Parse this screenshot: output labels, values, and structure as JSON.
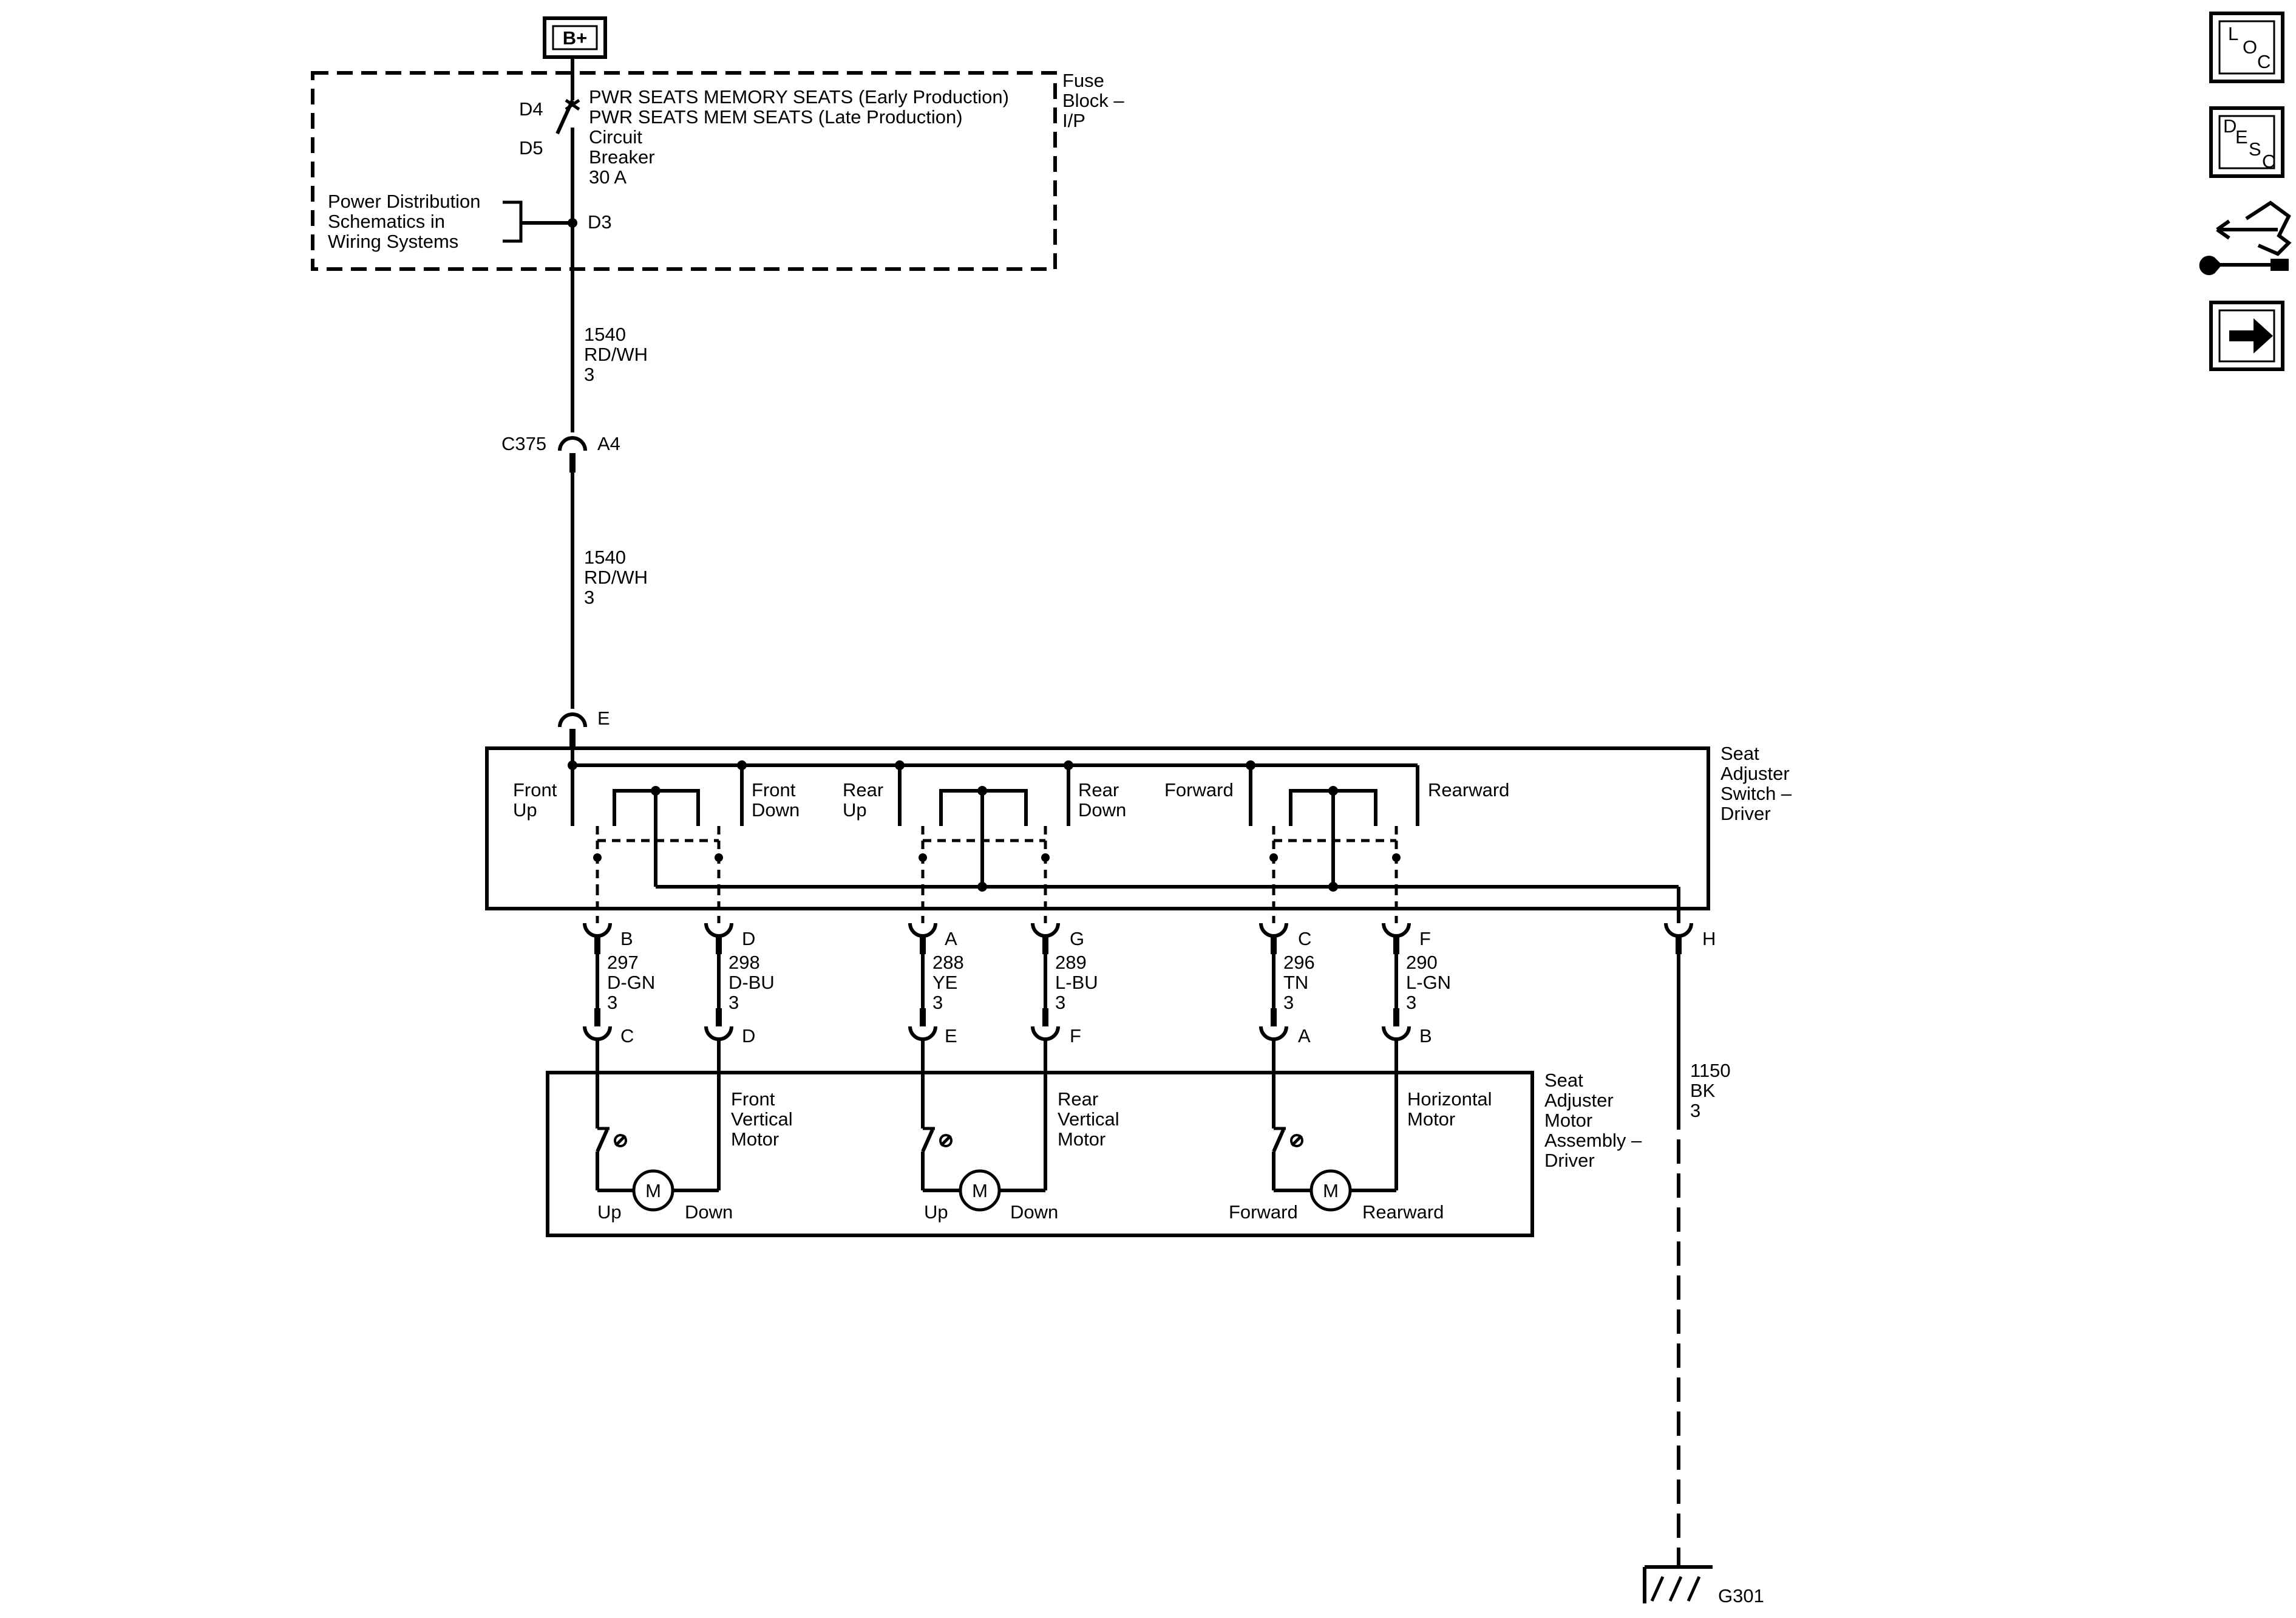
{
  "power": {
    "label": "B+"
  },
  "fuse_block": {
    "name": [
      "Fuse",
      "Block –",
      "I/P"
    ],
    "pin_d4": "D4",
    "pin_d5": "D5",
    "pin_d3": "D3",
    "breaker_lines": [
      "PWR SEATS MEMORY SEATS (Early Production)",
      "PWR SEATS MEM SEATS (Late Production)",
      "Circuit",
      "Breaker",
      "30 A"
    ],
    "ref_lines": [
      "Power Distribution",
      "Schematics in",
      "Wiring Systems"
    ]
  },
  "wire_feed_1": {
    "circuit": "1540",
    "color": "RD/WH",
    "size": "3"
  },
  "connector_c375": {
    "name": "C375",
    "pin": "A4"
  },
  "wire_feed_2": {
    "circuit": "1540",
    "color": "RD/WH",
    "size": "3"
  },
  "switch_input_pin": "E",
  "switch": {
    "name": [
      "Seat",
      "Adjuster",
      "Switch –",
      "Driver"
    ],
    "positions": {
      "front_up": [
        "Front",
        "Up"
      ],
      "front_down": [
        "Front",
        "Down"
      ],
      "rear_up": [
        "Rear",
        "Up"
      ],
      "rear_down": [
        "Rear",
        "Down"
      ],
      "forward": [
        "Forward"
      ],
      "rearward": [
        "Rearward"
      ]
    },
    "pins": [
      "B",
      "D",
      "A",
      "G",
      "C",
      "F"
    ],
    "ground_pin": "H"
  },
  "wires": [
    {
      "circuit": "297",
      "color": "D-GN",
      "size": "3"
    },
    {
      "circuit": "298",
      "color": "D-BU",
      "size": "3"
    },
    {
      "circuit": "288",
      "color": "YE",
      "size": "3"
    },
    {
      "circuit": "289",
      "color": "L-BU",
      "size": "3"
    },
    {
      "circuit": "296",
      "color": "TN",
      "size": "3"
    },
    {
      "circuit": "290",
      "color": "L-GN",
      "size": "3"
    }
  ],
  "motor_assembly": {
    "name": [
      "Seat",
      "Adjuster",
      "Motor",
      "Assembly –",
      "Driver"
    ],
    "pins": [
      "C",
      "D",
      "E",
      "F",
      "A",
      "B"
    ],
    "motor_symbol": "M",
    "motors": [
      {
        "name": [
          "Front",
          "Vertical",
          "Motor"
        ],
        "left": "Up",
        "right": "Down"
      },
      {
        "name": [
          "Rear",
          "Vertical",
          "Motor"
        ],
        "left": "Up",
        "right": "Down"
      },
      {
        "name": [
          "Horizontal",
          "Motor"
        ],
        "left": "Forward",
        "right": "Rearward"
      }
    ]
  },
  "ground_wire": {
    "circuit": "1150",
    "color": "BK",
    "size": "3"
  },
  "ground": {
    "name": "G301"
  },
  "nav": {
    "loc": {
      "l1": "L",
      "l2": "O",
      "l3": "C"
    },
    "desc": {
      "l1": "D",
      "l2": "E",
      "l3": "S",
      "l4": "C"
    }
  }
}
